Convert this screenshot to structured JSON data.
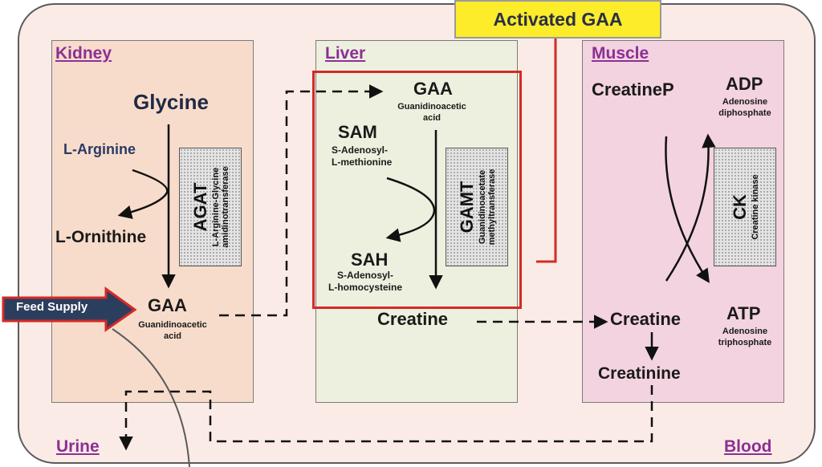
{
  "banner": {
    "title": "Activated GAA"
  },
  "regions": {
    "kidney": "Kidney",
    "liver": "Liver",
    "muscle": "Muscle",
    "urine": "Urine",
    "blood": "Blood"
  },
  "feed": {
    "label": "Feed Supply"
  },
  "kidney": {
    "glycine": "Glycine",
    "arginine": "L-Arginine",
    "ornithine": "L-Ornithine",
    "gaa": "GAA",
    "gaa_full_1": "Guanidinoacetic",
    "gaa_full_2": "acid",
    "enzyme_name": "AGAT",
    "enzyme_full_1": "L-Arginine-Glycine",
    "enzyme_full_2": "amidinotransferase"
  },
  "liver": {
    "gaa": "GAA",
    "gaa_full_1": "Guanidinoacetic",
    "gaa_full_2": "acid",
    "sam": "SAM",
    "sam_full_1": "S-Adenosyl-",
    "sam_full_2": "L-methionine",
    "sah": "SAH",
    "sah_full_1": "S-Adenosyl-",
    "sah_full_2": "L-homocysteine",
    "creatine": "Creatine",
    "enzyme_name": "GAMT",
    "enzyme_full_1": "Guanidinoacetate",
    "enzyme_full_2": "methyltransferase"
  },
  "muscle": {
    "creatinep": "CreatineP",
    "adp": "ADP",
    "adp_full_1": "Adenosine",
    "adp_full_2": "diphosphate",
    "creatine": "Creatine",
    "atp": "ATP",
    "atp_full_1": "Adenosine",
    "atp_full_2": "triphosphate",
    "creatinine": "Creatinine",
    "enzyme_name": "CK",
    "enzyme_full": "Creatine kinase"
  },
  "colors": {
    "region": "#8c2f95",
    "highlight_box": "#d42a26",
    "banner": "#fcec2a",
    "feed_arrow": "#2c3e5e",
    "feed_border": "#d42a26"
  }
}
